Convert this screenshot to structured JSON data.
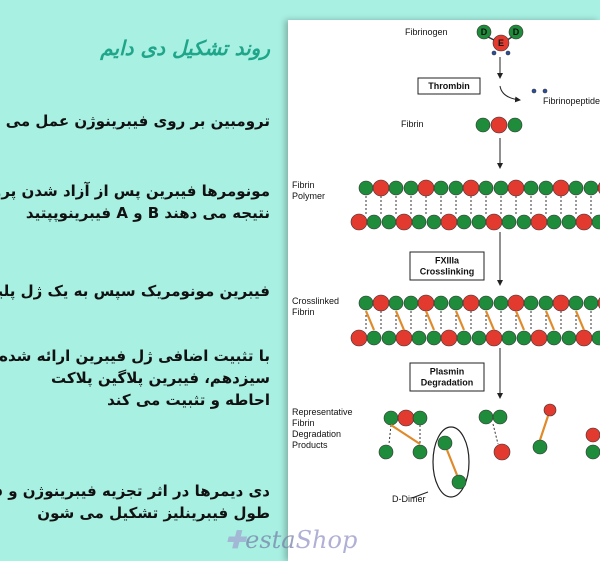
{
  "slide": {
    "title": "روند تشکیل دی دایم",
    "paragraphs": [
      [
        "ترومبین بر روی فیبرینوژن عمل می"
      ],
      [
        "مونومرها فیبرین پس از آزاد شدن پرو",
        "نتیجه می دهند B و A فیبرینوپپتید"
      ],
      [
        "فیبرین مونومریک سپس به یک ژل پلیمر"
      ],
      [
        "با تثبیت اضافی ژل فیبرین ارائه شده تو",
        "سیزدهم، فیبرین پلاگین پلاکت",
        "احاطه و تثبیت می کند"
      ],
      [
        "دی دیمرها در اثر تجزیه فیبرینوژن و ف",
        "طول فیبرینلیز تشکیل می شون"
      ]
    ]
  },
  "figure": {
    "labels": {
      "fibrinogen": "Fibrinogen",
      "fibrinopeptides": "Fibrinopeptides",
      "fibrin": "Fibrin",
      "fibrin_polymer": [
        "Fibrin",
        "Polymer"
      ],
      "crosslinked_fibrin": [
        "Crosslinked",
        "Fibrin"
      ],
      "degradation_products": [
        "Representative",
        "Fibrin",
        "Degradation",
        "Products"
      ],
      "d_dimer": "D-Dimer"
    },
    "boxes": {
      "thrombin": [
        "Thrombin"
      ],
      "crosslinking": [
        "FXIIIa",
        "Crosslinking"
      ],
      "degradation": [
        "Plasmin",
        "Degradation"
      ]
    },
    "domain_letters": {
      "d": "D",
      "e": "E"
    },
    "colors": {
      "d_domain": "#1e8c3a",
      "e_domain": "#e23a2e",
      "link": "#e08a2a",
      "peptide": "#2b4fa0"
    }
  },
  "watermark": {
    "part1": "esta",
    "part2": "Shop"
  }
}
